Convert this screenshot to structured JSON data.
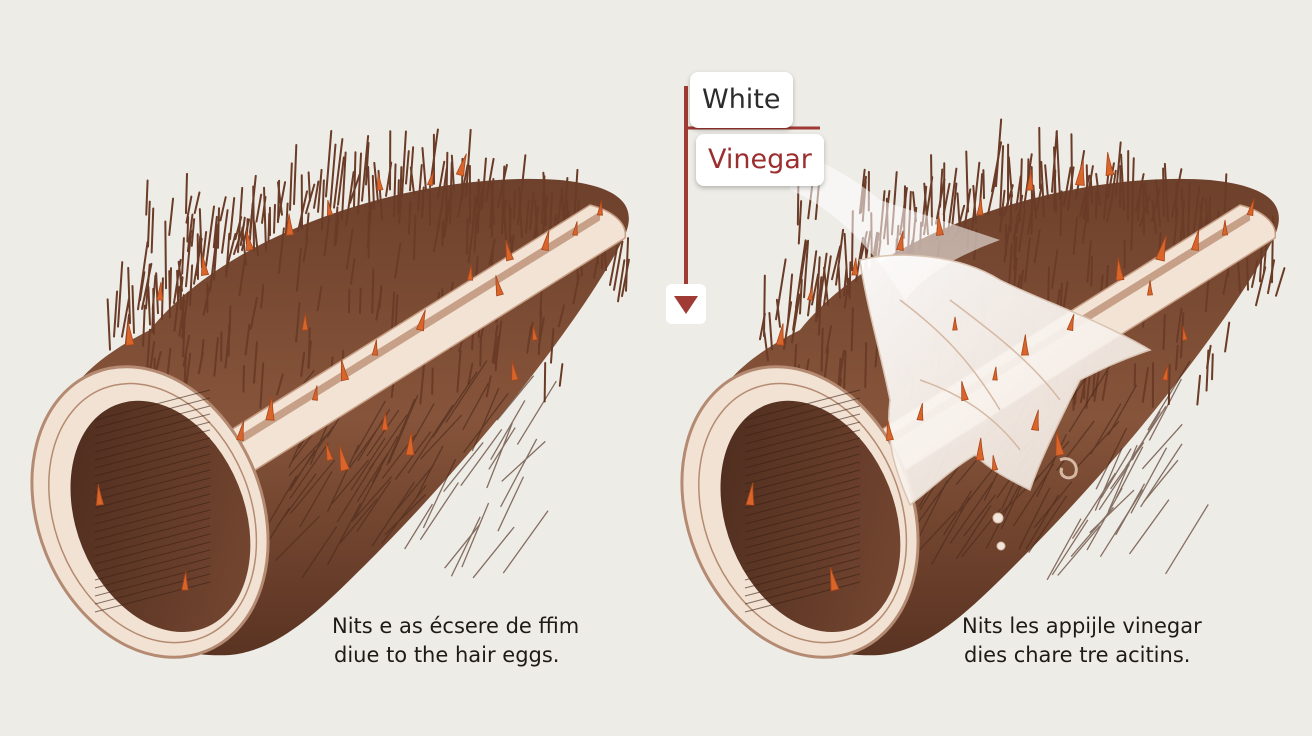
{
  "labels": {
    "white": "White",
    "vinegar": "Vinegar"
  },
  "captions": {
    "left": {
      "line1": "Nits e  as écsere de ffim",
      "line2": "diue to the hair eggs."
    },
    "right": {
      "line1": "Nits les appijle vinegar",
      "line2": "dies chare tre acitins."
    }
  },
  "colors": {
    "background": "#eeece6",
    "hair_dark": "#6b3f2a",
    "hair_mid": "#8a5538",
    "cuticle": "#f4e3d4",
    "nit": "#d9652a",
    "arrow": "#a03a34",
    "vinegar_flow": "#ffffff"
  }
}
